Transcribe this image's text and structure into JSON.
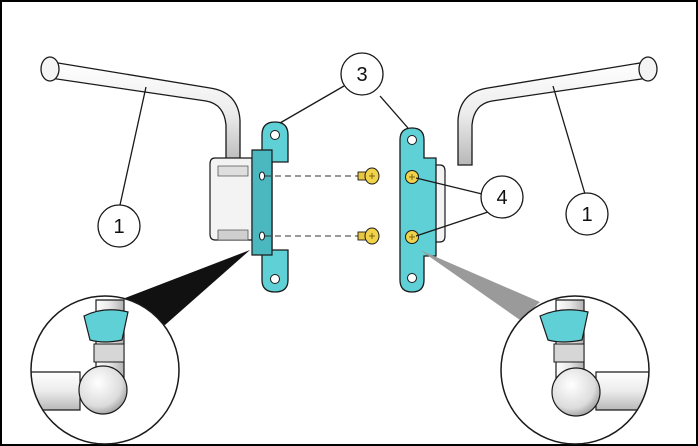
{
  "callouts": {
    "handle_left": "1",
    "handle_right": "1",
    "bracket": "3",
    "screws": "4"
  },
  "colors": {
    "bracket_fill": "#5fd0d6",
    "bracket_stroke": "#1a1a1a",
    "tube_fill": "#f0f0f0",
    "screw_fill": "#f0d34a",
    "leader_shadow_left": "#111111",
    "leader_shadow_right": "#9a9a9a"
  }
}
